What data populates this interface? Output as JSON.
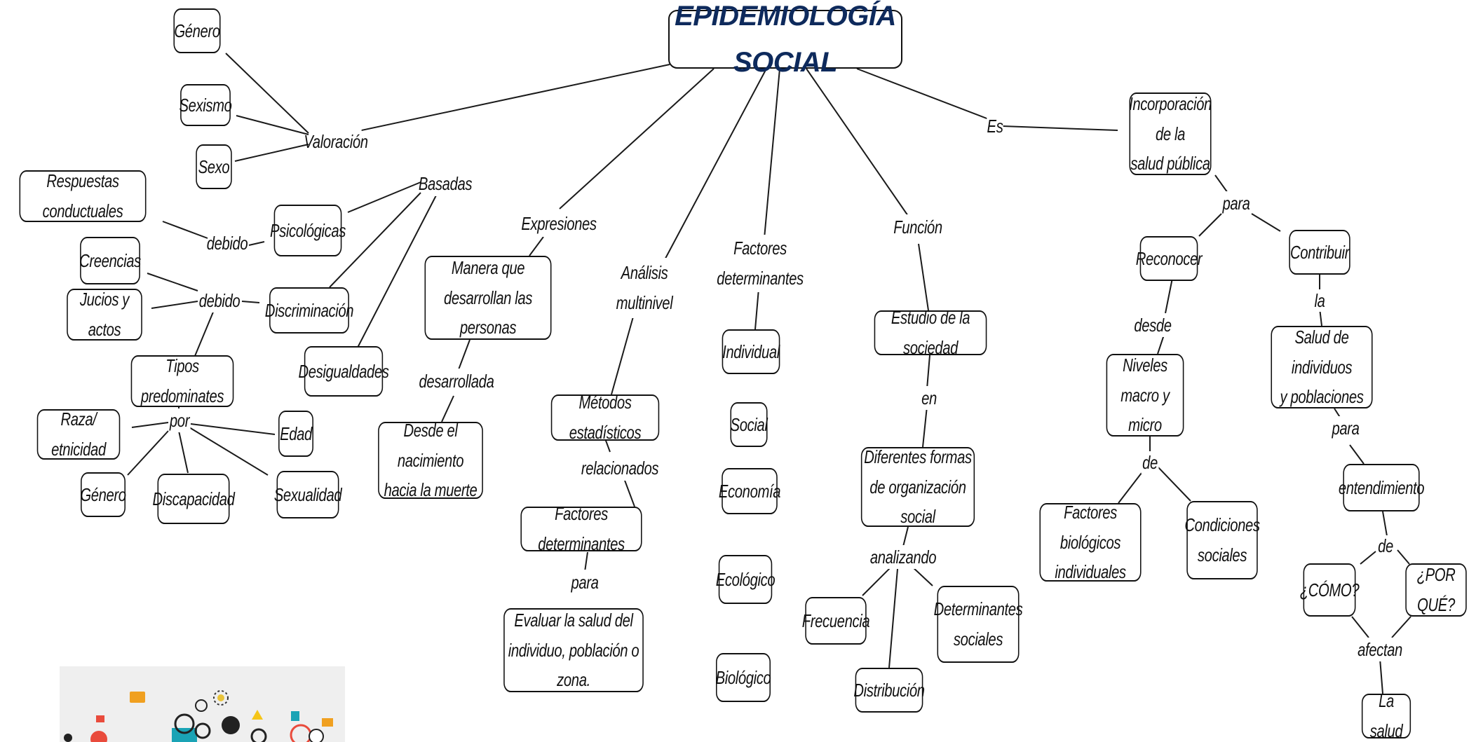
{
  "title": "EPIDEMIOLOGÍA SOCIAL",
  "nodes": {
    "genero_top": "Género",
    "sexismo": "Sexismo",
    "sexo": "Sexo",
    "valoracion": "Valoración",
    "basadas": "Basadas",
    "respuestas": "Respuestas conductuales",
    "debido_1": "debido",
    "psicologicas": "Psicológicas",
    "creencias": "Creencias",
    "jucios": "Jucios y actos",
    "debido_2": "debido",
    "discriminacion": "Discriminación",
    "tipos": "Tipos predominates",
    "por": "por",
    "raza": "Raza/ etnicidad",
    "edad": "Edad",
    "genero_bottom": "Género",
    "discapacidad": "Discapacidad",
    "sexualidad": "Sexualidad",
    "desigualdades": "Desigualdades",
    "expresiones": "Expresiones",
    "manera_1": "Manera que",
    "manera_2": "desarrollan las personas",
    "desarrollada": "desarrollada",
    "nacimiento_1": "Desde el nacimiento",
    "nacimiento_2": "hacia la muerte",
    "analisis_1": "Análisis",
    "analisis_2": "multinivel",
    "metodos": "Métodos estadísticos",
    "relacionados": "relacionados",
    "factores_det": "Factores determinantes",
    "para_1": "para",
    "evaluar_1": "Evaluar la salud del",
    "evaluar_2": "individuo, población o zona.",
    "factores_col_1": "Factores",
    "factores_col_2": "determinantes",
    "individual": "Individual",
    "social": "Social",
    "economia": "Economía",
    "ecologico": "Ecológico",
    "biologico": "Biológico",
    "funcion": "Función",
    "estudio": "Estudio de la sociedad",
    "en": "en",
    "diferentes_1": "Diferentes formas",
    "diferentes_2": "de organización social",
    "analizando": "analizando",
    "frecuencia": "Frecuencia",
    "determinantes_1": "Determinantes",
    "determinantes_2": "sociales",
    "distribucion": "Distribución",
    "es": "Es",
    "incorporacion_1": "Incorporación de la",
    "incorporacion_2": "salud pública",
    "para_2": "para",
    "reconocer": "Reconocer",
    "contribuir": "Contribuir",
    "desde": "desde",
    "niveles_1": "Niveles",
    "niveles_2": "macro y micro",
    "de_1": "de",
    "biologicos_1": "Factores biológicos",
    "biologicos_2": "individuales",
    "condiciones_1": "Condiciones",
    "condiciones_2": "sociales",
    "la": "la",
    "salud_ind_1": "Salud de individuos",
    "salud_ind_2": "y poblaciones",
    "para_3": "para",
    "entendimiento": "entendimiento",
    "de_2": "de",
    "como": "¿CÓMO?",
    "porque": "¿POR QUÉ?",
    "afectan": "afectan",
    "la_salud": "La salud"
  },
  "colors": {
    "title": "#0e2a5c",
    "line": "#1a1a1a",
    "box_border": "#111111"
  }
}
